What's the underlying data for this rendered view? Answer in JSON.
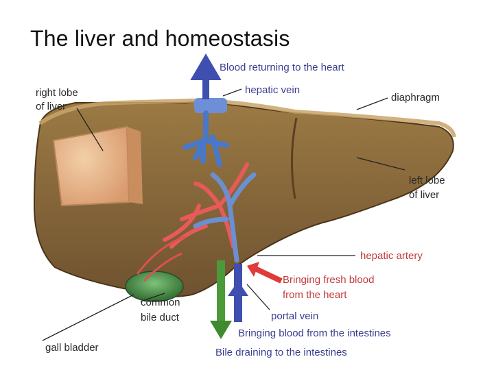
{
  "title": "The liver and homeostasis",
  "labels": {
    "blood_returning": "Blood returning to the heart",
    "hepatic_vein": "hepatic vein",
    "diaphragm": "diaphragm",
    "right_lobe_1": "right lobe",
    "right_lobe_2": "of liver",
    "left_lobe_1": "left lobe",
    "left_lobe_2": "of liver",
    "hepatic_artery": "hepatic artery",
    "fresh_blood_1": "Bringing fresh blood",
    "fresh_blood_2": "from the heart",
    "common_bile_1": "common",
    "common_bile_2": "bile duct",
    "portal_vein": "portal vein",
    "intestines_blood": "Bringing blood from the intestines",
    "gall_bladder": "gall bladder",
    "bile_draining": "Bile draining to the intestines"
  },
  "colors": {
    "liver": "#8a6a3a",
    "liver_dark": "#5e4426",
    "lobe_section": "#e8b890",
    "vein_blue": "#4a78c8",
    "artery_red": "#e03a3a",
    "bile_green": "#4a9a3a",
    "label_blue": "#3a3d8f",
    "label_red": "#c23a3a"
  }
}
